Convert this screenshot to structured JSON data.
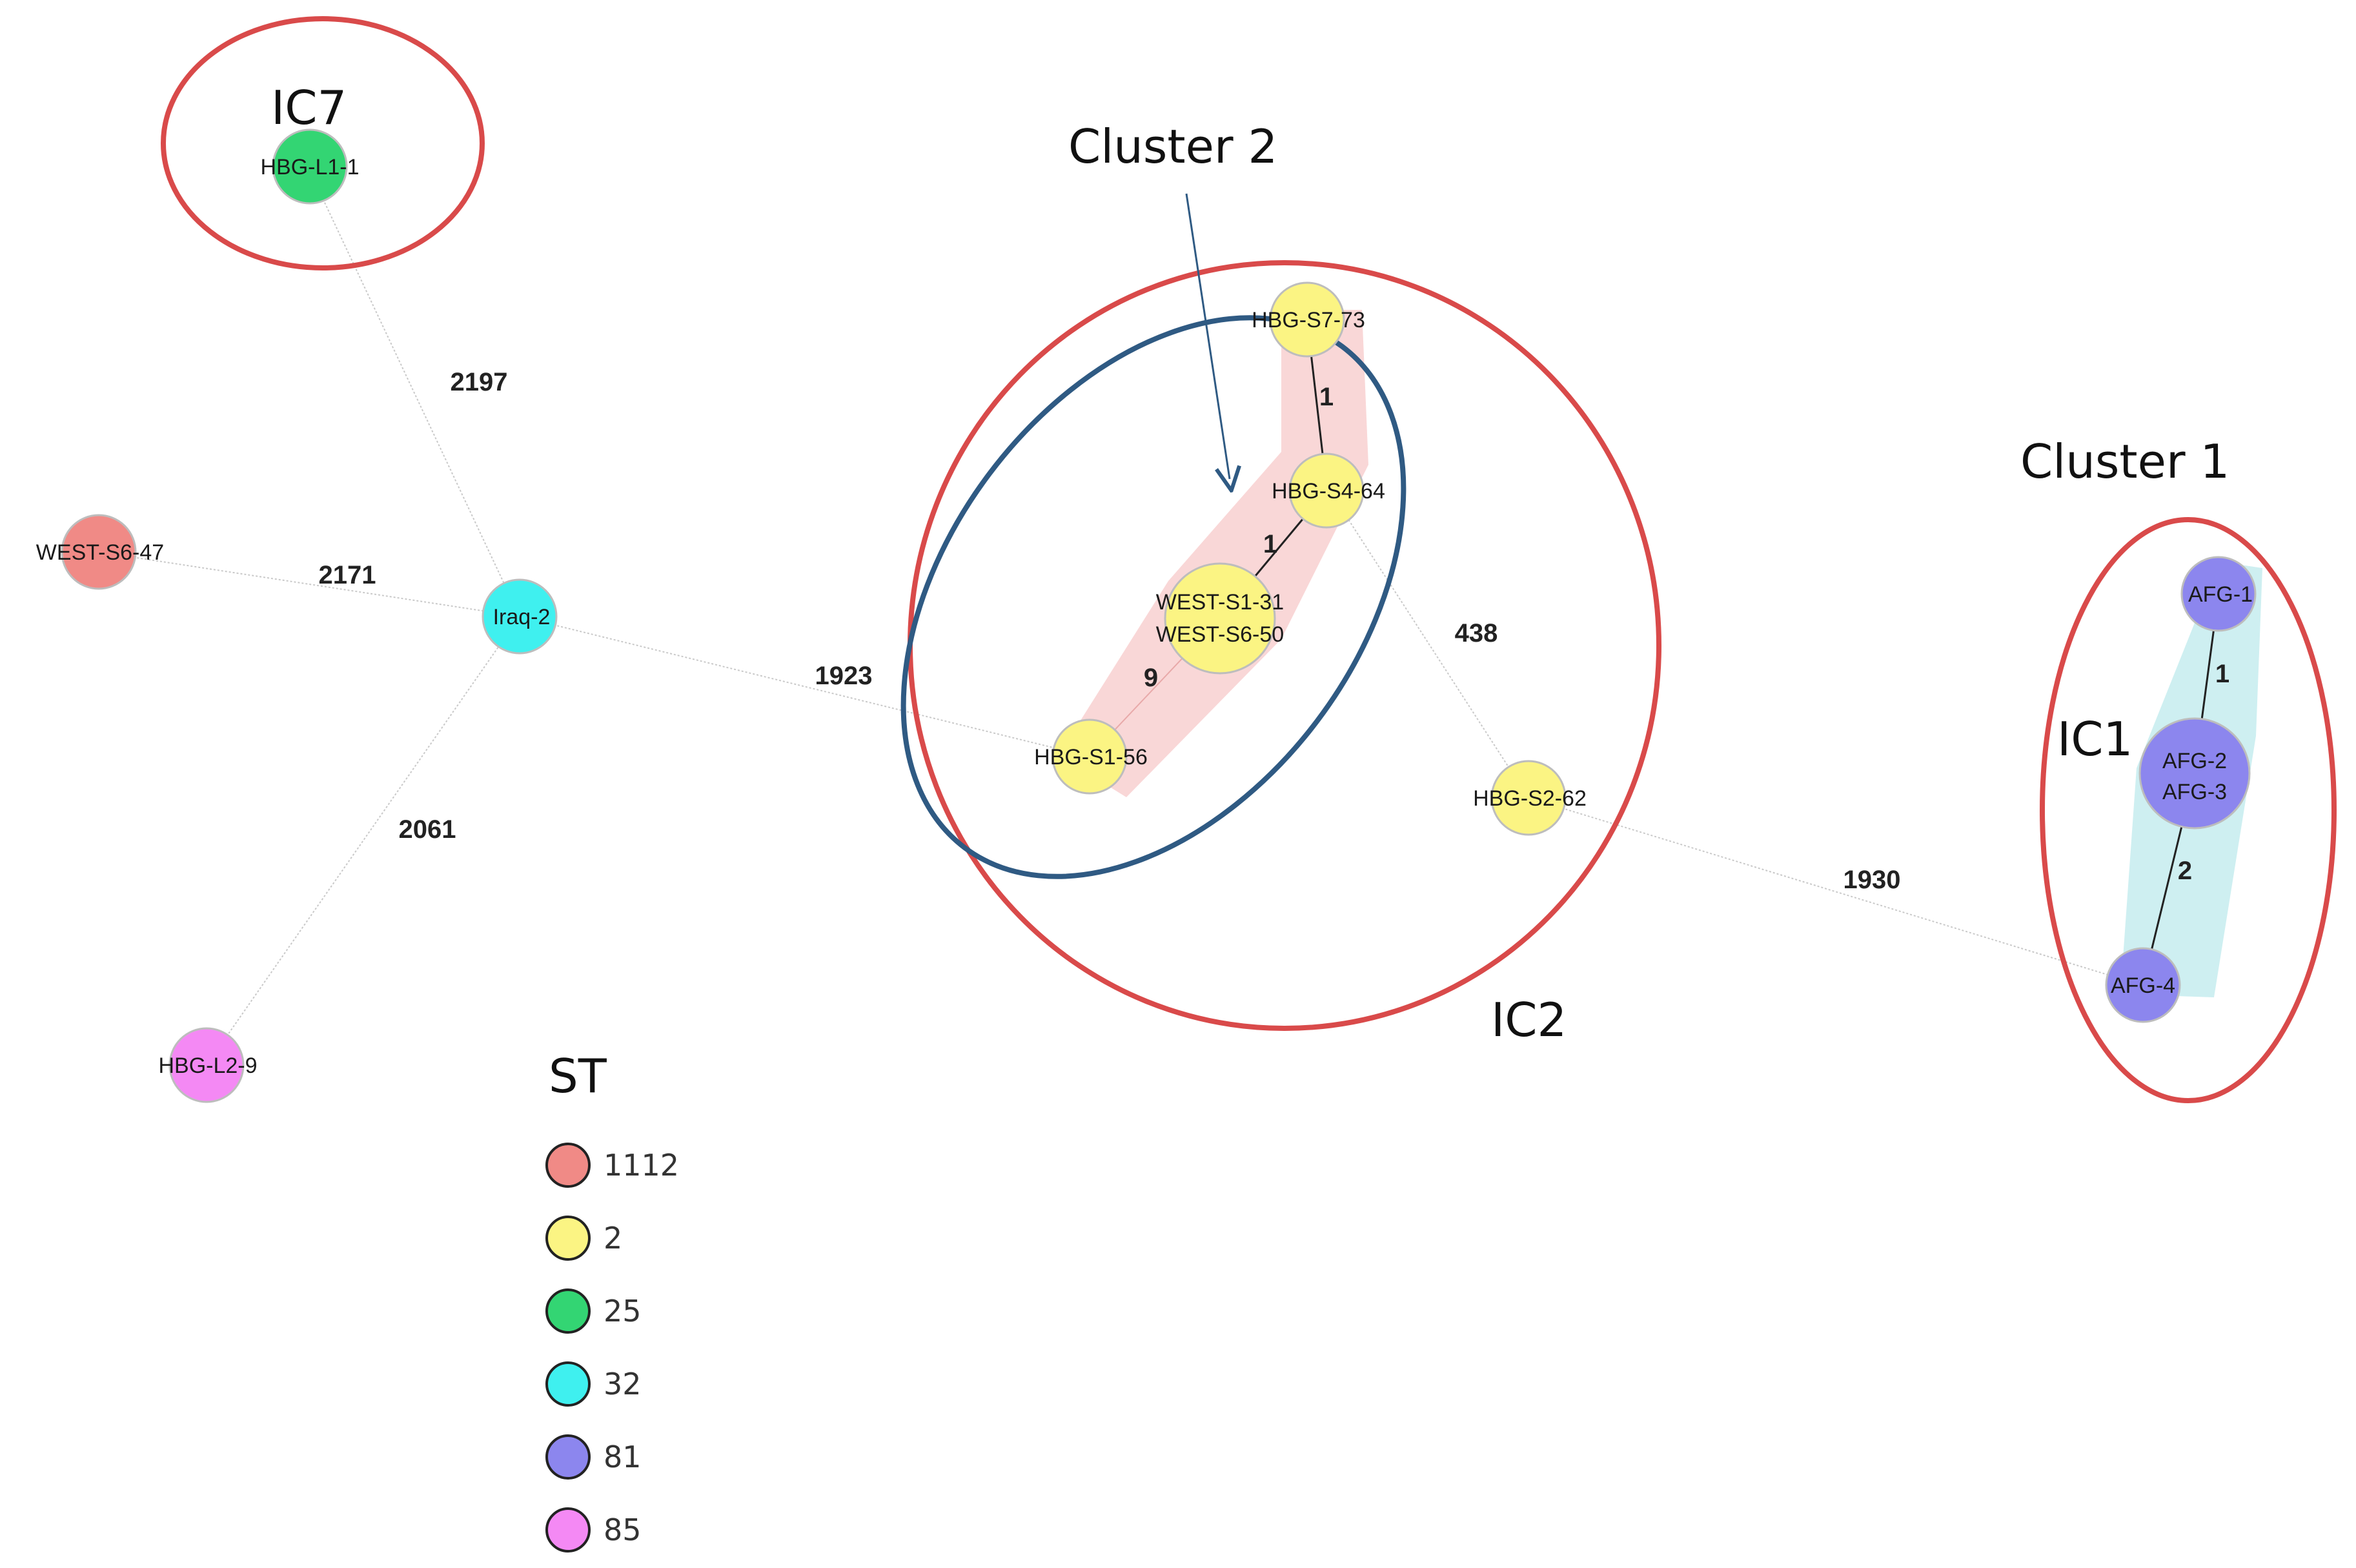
{
  "colors": {
    "st1112": "#f08a86",
    "st2": "#fbf483",
    "st25": "#33d573",
    "st32": "#3ff0ef",
    "st81": "#8c86ee",
    "st85": "#f489f4",
    "ring_red": "#d94a4a",
    "ring_blue": "#2f5a83",
    "halo_pink": "#f7c9c9",
    "halo_cyan": "#c6ecee"
  },
  "groups": {
    "ic7": "IC7",
    "ic2": "IC2",
    "ic1": "IC1",
    "cluster1": "Cluster 1",
    "cluster2": "Cluster 2"
  },
  "nodes": {
    "hbg_l1_1": "HBG-L1-1",
    "west_s6_47": "WEST-S6-47",
    "iraq_2": "Iraq-2",
    "hbg_l2_9": "HBG-L2-9",
    "hbg_s7_73": "HBG-S7-73",
    "hbg_s4_64": "HBG-S4-64",
    "west_s1_31": "WEST-S1-31",
    "west_s6_50": "WEST-S6-50",
    "hbg_s1_56": "HBG-S1-56",
    "hbg_s2_62": "HBG-S2-62",
    "afg_1": "AFG-1",
    "afg_2": "AFG-2",
    "afg_3": "AFG-3",
    "afg_4": "AFG-4"
  },
  "edge_weights": {
    "iraq_hbg_l1": "2197",
    "iraq_west_s6_47": "2171",
    "iraq_hbg_l2": "2061",
    "iraq_hbg_s1": "1923",
    "s7_s4": "1",
    "s4_west": "1",
    "west_s1_56": "9",
    "s4_s2": "438",
    "s2_afg4": "1930",
    "afg1_afg23": "1",
    "afg23_afg4": "2"
  },
  "legend": {
    "title": "ST",
    "items": [
      {
        "label": "1112",
        "color": "#f08a86"
      },
      {
        "label": "2",
        "color": "#fbf483"
      },
      {
        "label": "25",
        "color": "#33d573"
      },
      {
        "label": "32",
        "color": "#3ff0ef"
      },
      {
        "label": "81",
        "color": "#8c86ee"
      },
      {
        "label": "85",
        "color": "#f489f4"
      }
    ]
  }
}
